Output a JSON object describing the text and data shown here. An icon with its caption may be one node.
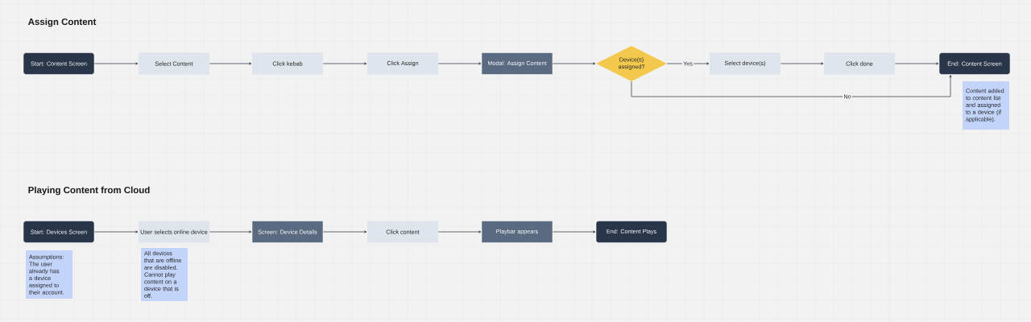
{
  "diagram": {
    "title": "Assign Content",
    "nodes": [
      {
        "text": [
          "Start: Content Screen"
        ]
      },
      {
        "text": [
          "Select Content"
        ]
      },
      {
        "text": [
          "Click kebab"
        ]
      },
      {
        "text": [
          "Click Assign"
        ]
      },
      {
        "text": [
          "Modal: Assign Content"
        ]
      },
      {
        "text": [
          "Device(s) assigned?"
        ]
      },
      {
        "text": [
          "Select device(s)"
        ]
      },
      {
        "text": [
          "Click done"
        ]
      },
      {
        "text": [
          "End: Content Screen"
        ]
      },
      {
        "text": [
          "Content added to content list and assigned to a device (if applicable)."
        ]
      },
      {
        "text": [
          "Start: Devices Screen"
        ]
      },
      {
        "text": [
          "User selects online device"
        ]
      },
      {
        "text": [
          "Screen: Device Details"
        ]
      },
      {
        "text": [
          "Click content"
        ]
      },
      {
        "text": [
          "Playbar appears"
        ]
      },
      {
        "text": [
          "End: Content Plays"
        ]
      },
      {
        "text": [
          "Assumptions: The user already has a device assigned to their account."
        ]
      },
      {
        "text": [
          "All devices that are offline are disabled. Cannot play content on a device that is off."
        ]
      }
    ],
    "edges": [
      {
        "from": 0,
        "to": 1,
        "arrow": "to"
      },
      {
        "from": 1,
        "to": 2,
        "arrow": "to"
      },
      {
        "from": 2,
        "to": 3,
        "arrow": "to"
      },
      {
        "from": 3,
        "to": 4,
        "arrow": "to"
      },
      {
        "from": 4,
        "to": 5,
        "arrow": "to"
      },
      {
        "from": 5,
        "to": 6,
        "arrow": "to",
        "label": "Yes"
      },
      {
        "from": 6,
        "to": 7,
        "arrow": "to"
      },
      {
        "from": 7,
        "to": 8,
        "arrow": "to"
      },
      {
        "from": 5,
        "to": 8,
        "arrow": "to",
        "label": "No"
      },
      {
        "from": 10,
        "to": 11,
        "arrow": "to"
      },
      {
        "from": 11,
        "to": 12,
        "arrow": "to"
      },
      {
        "from": 12,
        "to": 13,
        "arrow": "to"
      },
      {
        "from": 13,
        "to": 14,
        "arrow": "to"
      },
      {
        "from": 14,
        "to": 15,
        "arrow": "to"
      }
    ],
    "labels": [
      "Playing Content from Cloud"
    ]
  }
}
